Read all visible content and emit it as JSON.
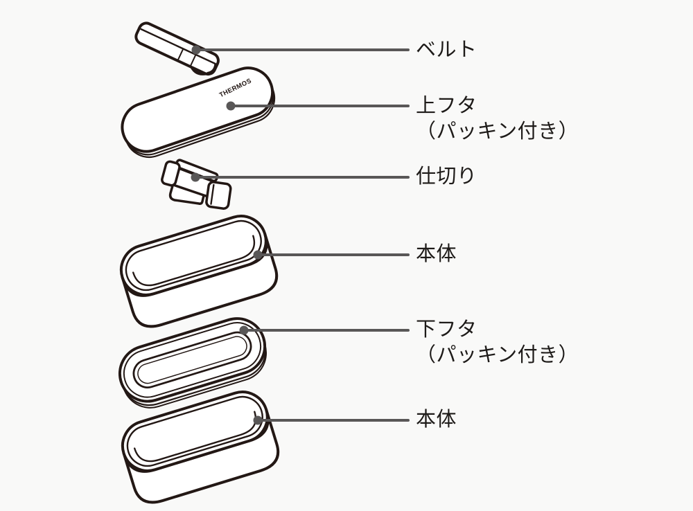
{
  "diagram": {
    "brand_logo": "THERMOS",
    "colors": {
      "background": "#f9f9f8",
      "outline": "#231815",
      "leader_line": "#595757",
      "label_text": "#1e1b19"
    },
    "labels": [
      {
        "id": "belt",
        "lines": [
          "ベルト"
        ]
      },
      {
        "id": "upper-lid",
        "lines": [
          "上フタ",
          "（パッキン付き）"
        ]
      },
      {
        "id": "divider",
        "lines": [
          "仕切り"
        ]
      },
      {
        "id": "upper-body",
        "lines": [
          "本体"
        ]
      },
      {
        "id": "lower-lid",
        "lines": [
          "下フタ",
          "（パッキン付き）"
        ]
      },
      {
        "id": "lower-body",
        "lines": [
          "本体"
        ]
      }
    ]
  }
}
